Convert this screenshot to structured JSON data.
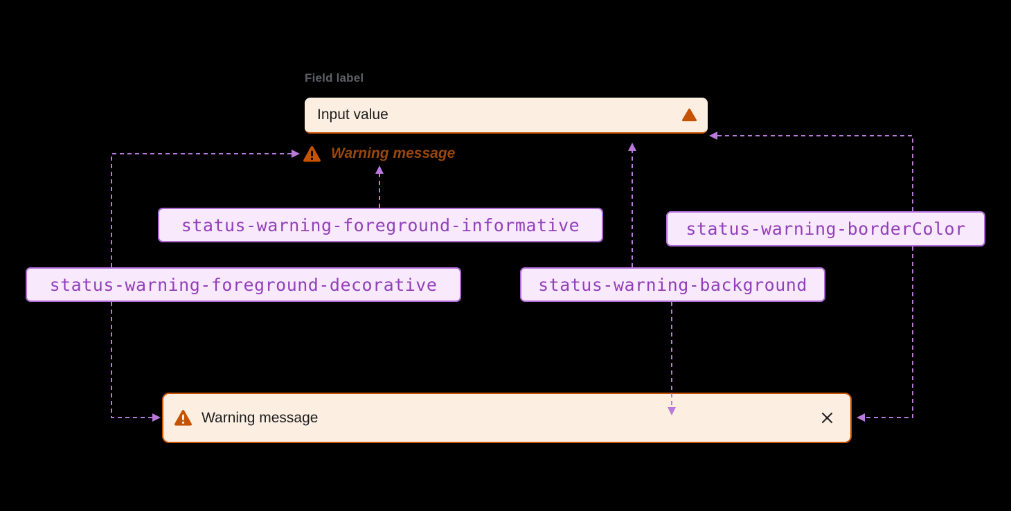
{
  "form_field": {
    "label": "Field label",
    "input_value": "Input value",
    "warning_message": "Warning message"
  },
  "alert_banner": {
    "message": "Warning message"
  },
  "tokens": {
    "foreground_informative": "status-warning-foreground-informative",
    "foreground_decorative": "status-warning-foreground-decorative",
    "background": "status-warning-background",
    "border_color": "status-warning-borderColor"
  },
  "icons": {
    "input_warning": "warning-triangle-icon",
    "helptext_warning": "warning-alert-icon",
    "banner_warning": "warning-alert-icon",
    "banner_close": "close-icon"
  },
  "colors": {
    "canvas_bg": "#000000",
    "status_background": "#FCEFE1",
    "status_border_color": "#C65300",
    "status_icon": "#C65300",
    "status_foreground_informative": "#99470B",
    "token_bg": "#F8EAFC",
    "token_border": "#AE6BD6",
    "token_text": "#9340BB",
    "connector": "#B97ADB",
    "field_label": "#5E6066",
    "text_dark": "#1D1D1F"
  }
}
